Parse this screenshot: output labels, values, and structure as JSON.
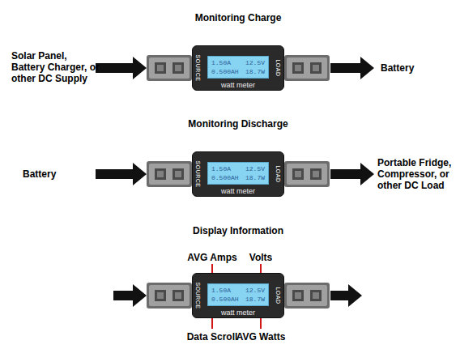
{
  "diagram": {
    "nodes": [
      {
        "text": [
          "SOURCE",
          "watt meter",
          "LOAD"
        ]
      },
      {
        "text": [
          "1.50A",
          "12.5V",
          "0.500AH",
          "18.7W"
        ],
        "in": 0
      },
      {
        "text": [
          "SOURCE",
          "watt meter",
          "LOAD"
        ]
      },
      {
        "text": [
          "1.50A",
          "12.5V",
          "0.500AH",
          "18.7W"
        ],
        "in": 2
      },
      {
        "text": [
          "SOURCE",
          "watt meter",
          "LOAD"
        ]
      },
      {
        "text": [
          "1.50A",
          "12.5V",
          "0.500AH",
          "18.7W"
        ],
        "in": 4
      }
    ],
    "labels": [
      "Monitoring Charge",
      "Solar Panel, Battery Charger, or other DC Supply",
      "Battery",
      "Monitoring Discharge",
      "Battery",
      "Portable Fridge, Compressor, or other DC Load",
      "Display Information",
      "AVG Amps",
      "Volts",
      "Data Scroll",
      "AVG Watts"
    ]
  }
}
